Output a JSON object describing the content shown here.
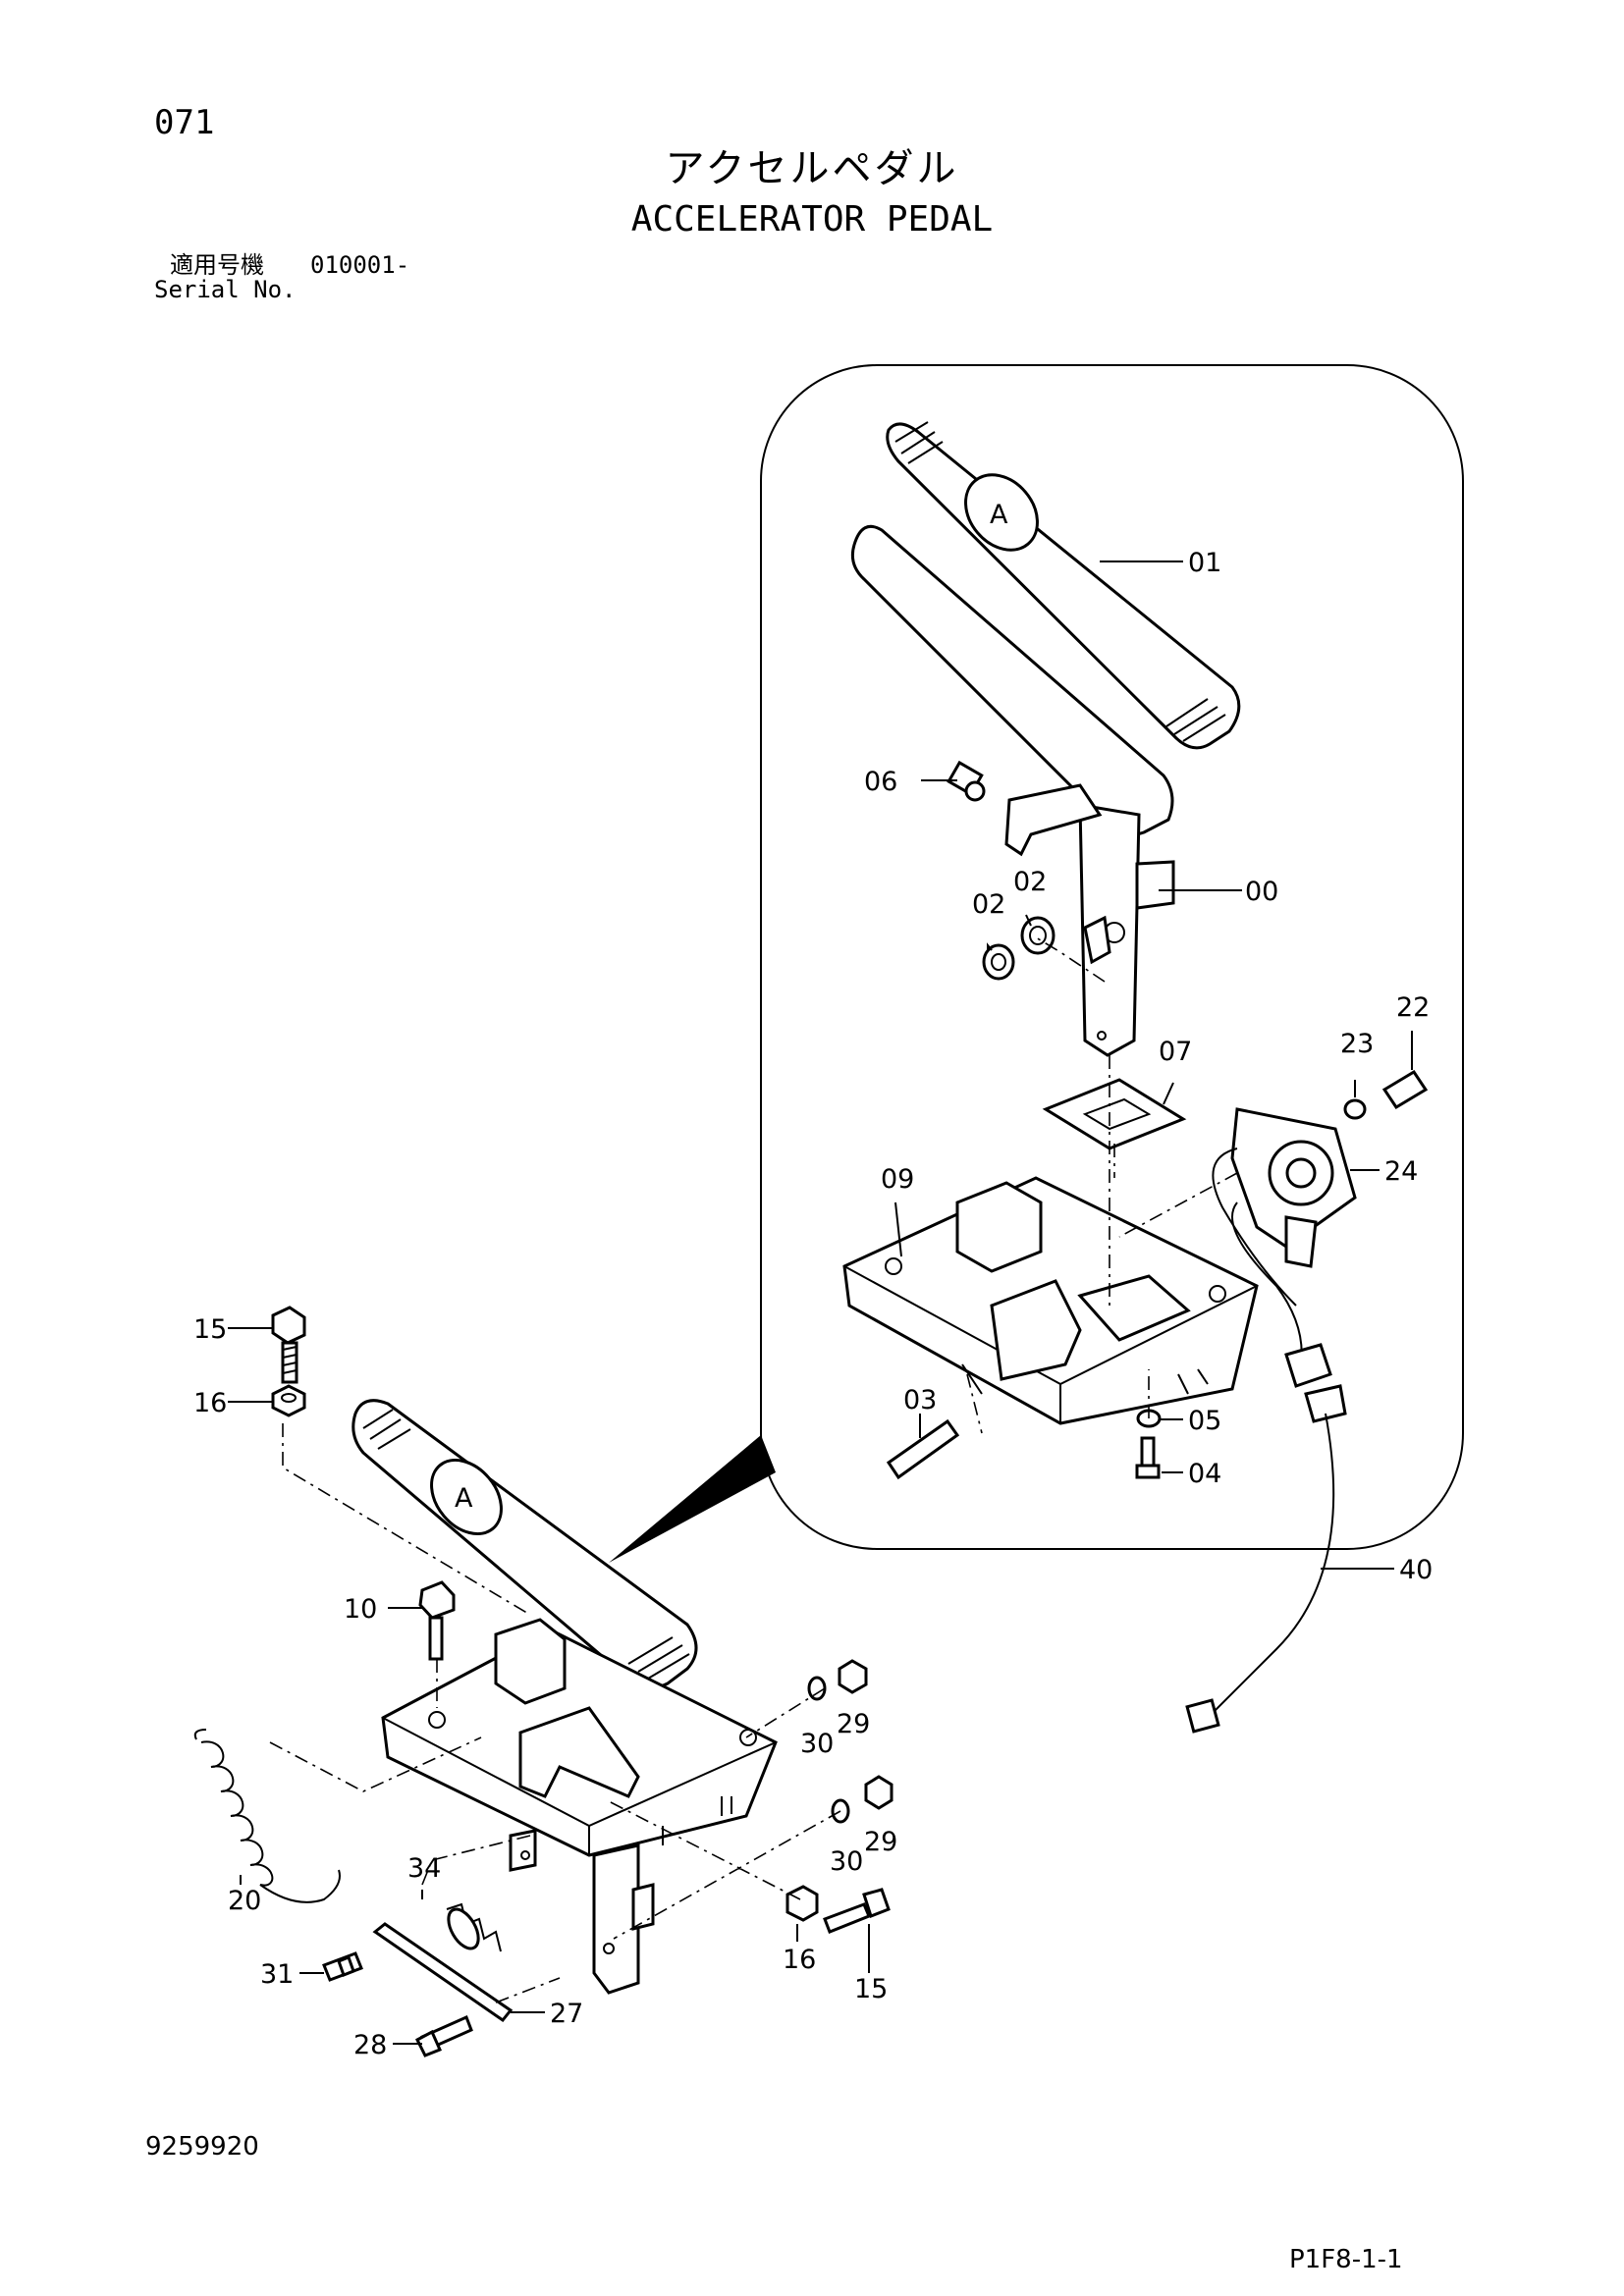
{
  "header": {
    "page_number": "071",
    "title_jp": "アクセルペダル",
    "title_en": "ACCELERATOR PEDAL",
    "serial_label_jp": "適用号機",
    "serial_value": "010001-",
    "serial_label_en": "Serial No."
  },
  "footer": {
    "doc_number": "9259920",
    "page_code": "P1F8-1-1"
  },
  "callouts": [
    {
      "id": "01",
      "label": "01"
    },
    {
      "id": "06",
      "label": "06"
    },
    {
      "id": "00",
      "label": "00"
    },
    {
      "id": "02a",
      "label": "02"
    },
    {
      "id": "02b",
      "label": "02"
    },
    {
      "id": "07",
      "label": "07"
    },
    {
      "id": "22",
      "label": "22"
    },
    {
      "id": "23",
      "label": "23"
    },
    {
      "id": "24",
      "label": "24"
    },
    {
      "id": "09",
      "label": "09"
    },
    {
      "id": "03",
      "label": "03"
    },
    {
      "id": "05",
      "label": "05"
    },
    {
      "id": "04",
      "label": "04"
    },
    {
      "id": "40",
      "label": "40"
    },
    {
      "id": "15a",
      "label": "15"
    },
    {
      "id": "16a",
      "label": "16"
    },
    {
      "id": "10",
      "label": "10"
    },
    {
      "id": "29a",
      "label": "29"
    },
    {
      "id": "30a",
      "label": "30"
    },
    {
      "id": "29b",
      "label": "29"
    },
    {
      "id": "30b",
      "label": "30"
    },
    {
      "id": "20",
      "label": "20"
    },
    {
      "id": "34",
      "label": "34"
    },
    {
      "id": "16b",
      "label": "16"
    },
    {
      "id": "15b",
      "label": "15"
    },
    {
      "id": "31",
      "label": "31"
    },
    {
      "id": "27",
      "label": "27"
    },
    {
      "id": "28",
      "label": "28"
    }
  ],
  "pedal_emblem": "A"
}
